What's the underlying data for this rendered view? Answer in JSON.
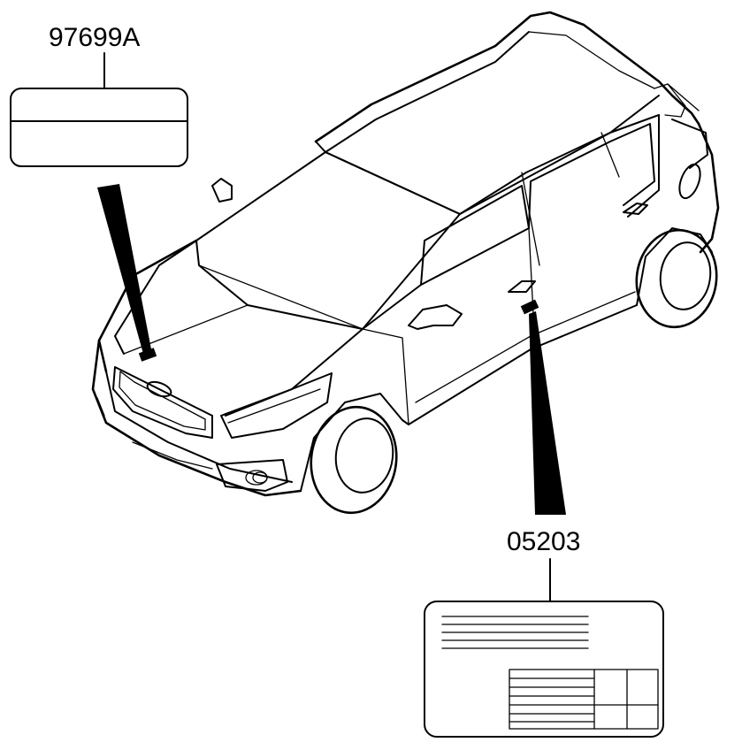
{
  "diagram": {
    "parts": [
      {
        "id": "hood_label",
        "part_number": "97699A"
      },
      {
        "id": "door_label",
        "part_number": "05203"
      }
    ],
    "colors": {
      "line": "#000000",
      "background": "#ffffff"
    }
  }
}
